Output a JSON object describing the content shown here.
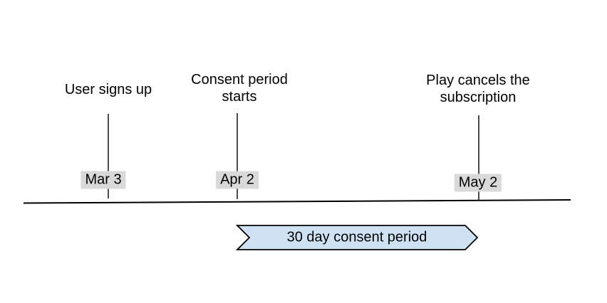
{
  "diagram": {
    "type": "timeline",
    "events": [
      {
        "label": "User signs up",
        "date": "Mar 3"
      },
      {
        "label": "Consent period starts",
        "date": "Apr 2"
      },
      {
        "label": "Play cancels the subscription",
        "date": "May 2"
      }
    ],
    "banner": {
      "label": "30 day consent period"
    }
  },
  "colors": {
    "background": "#ffffff",
    "text": "#000000",
    "line": "#000000",
    "date_chip_bg": "#d9d9d9",
    "banner_fill": "#cfe2f3",
    "banner_border": "#000000"
  }
}
